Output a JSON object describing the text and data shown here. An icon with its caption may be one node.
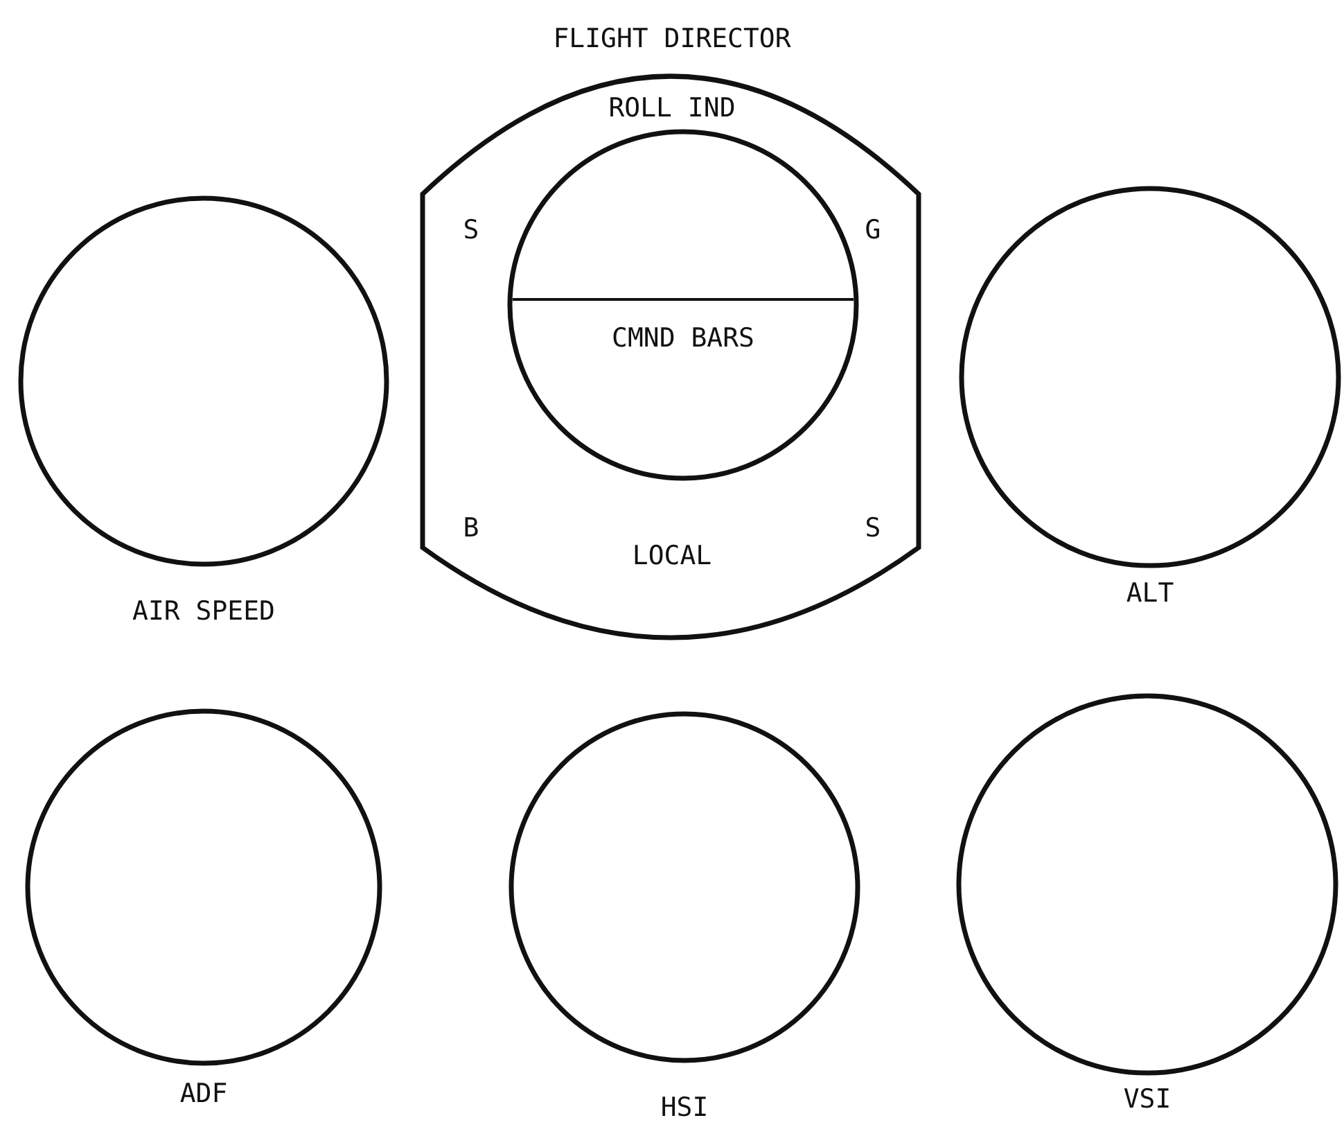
{
  "diagram": {
    "nodes": [
      {
        "text": [
          "AIR SPEED"
        ]
      },
      {
        "text": [
          "FLIGHT DIRECTOR",
          "ROLL IND",
          "S",
          "G",
          "B",
          "S",
          "LOCAL"
        ]
      },
      {
        "text": [
          "CMND BARS"
        ],
        "in": 1
      },
      {
        "text": [
          "ALT"
        ]
      },
      {
        "text": [
          "ADF"
        ]
      },
      {
        "text": [
          "HSI"
        ]
      },
      {
        "text": [
          "VSI"
        ]
      }
    ]
  }
}
